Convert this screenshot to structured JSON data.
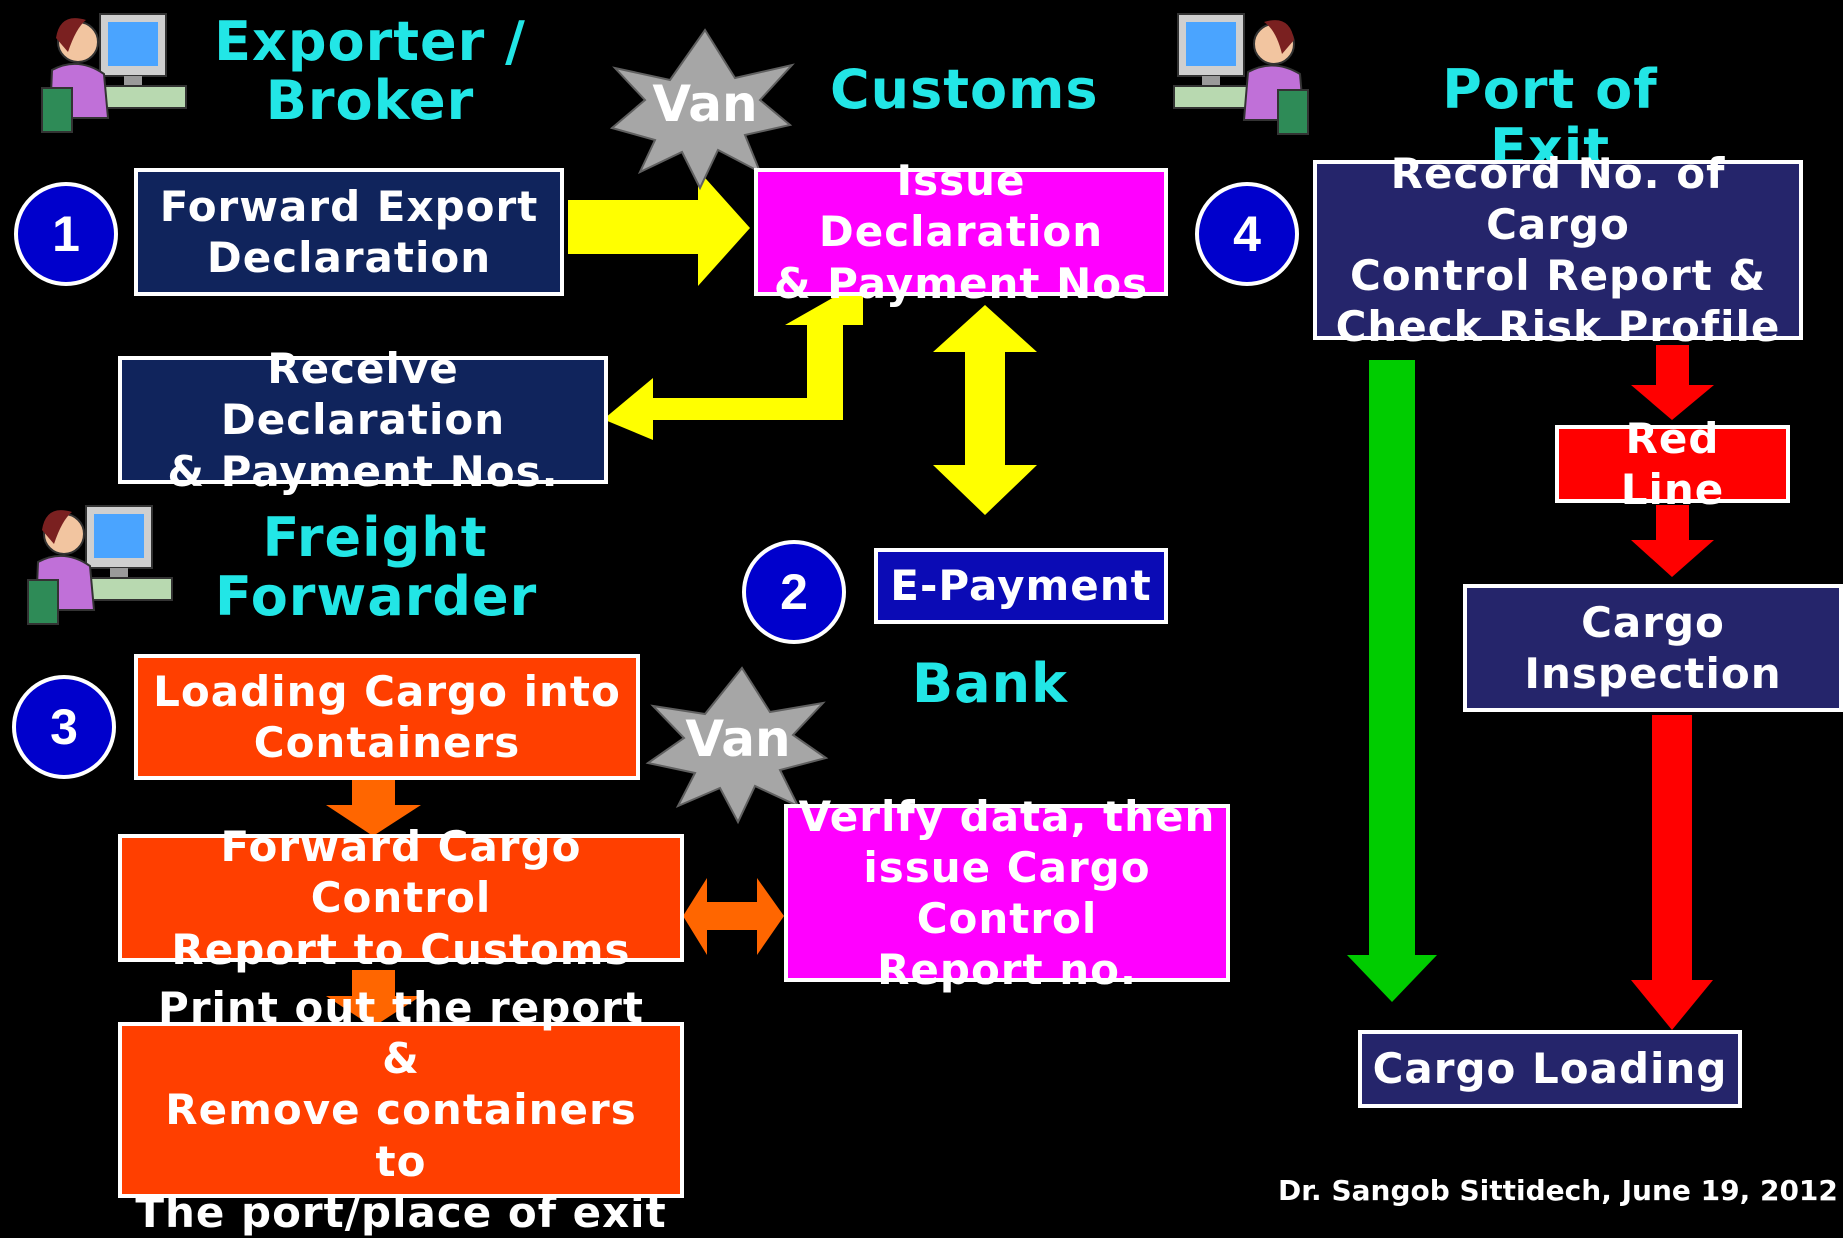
{
  "headings": {
    "exporter_broker": "Exporter /\nBroker",
    "customs": "Customs",
    "port_of_exit": "Port of Exit",
    "freight_forwarder": "Freight\nForwarder",
    "bank": "Bank"
  },
  "van_label": "Van",
  "steps": {
    "step1": "1",
    "step2": "2",
    "step3": "3",
    "step4": "4"
  },
  "boxes": {
    "forward_export_declaration": "Forward Export\nDeclaration",
    "issue_declaration": "Issue Declaration\n& Payment Nos",
    "receive_declaration": "Receive Declaration\n& Payment Nos.",
    "e_payment": "E-Payment",
    "loading_cargo": "Loading Cargo into\nContainers",
    "forward_cargo_control": "Forward Cargo Control\nReport to Customs",
    "verify_data": "Verify data, then\nissue Cargo Control\nReport no.",
    "print_report": "Print out the report &\nRemove containers to\nThe port/place of exit",
    "record_no": "Record No. of Cargo\nControl Report &\nCheck Risk Profile",
    "red_line": "Red Line",
    "cargo_inspection": "Cargo\nInspection",
    "cargo_loading": "Cargo Loading"
  },
  "footer": "Dr. Sangob Sittidech, June 19, 2012",
  "colors": {
    "background": "#000000",
    "heading": "#22e6e6",
    "yellow_arrow": "#ffff00",
    "orange_arrow": "#ff6600",
    "green_arrow": "#00cc00",
    "red_arrow": "#ff0000"
  },
  "icons": [
    "person-at-computer-icon",
    "starburst-van-icon"
  ]
}
